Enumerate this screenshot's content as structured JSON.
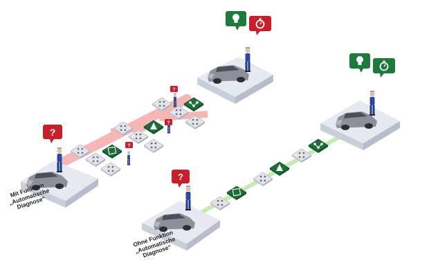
{
  "captions": {
    "with_function": [
      "Mit Funktion",
      "„Automatische",
      "Diagnose“"
    ],
    "without_function": [
      "Ohne Funktion",
      "„Automatische",
      "Diagnose“"
    ]
  },
  "bubbles": {
    "question": "?"
  },
  "colors": {
    "bubble_red": "#c8202a",
    "bubble_green": "#1e7a3a",
    "path_pink": "#f6b6b4",
    "path_green": "#bfe6a6",
    "platform_top": "#e6e9f0",
    "platform_side": "#c9cedb",
    "tile_grey": "#e2e4ea",
    "tile_green": "#1e6e3b"
  },
  "icons": [
    "question-icon",
    "lightbulb-icon",
    "stopwatch-icon",
    "diagnostic-icon",
    "warning-icon",
    "network-icon",
    "grid-dots-icon",
    "car-icon",
    "mechanic-figure"
  ]
}
